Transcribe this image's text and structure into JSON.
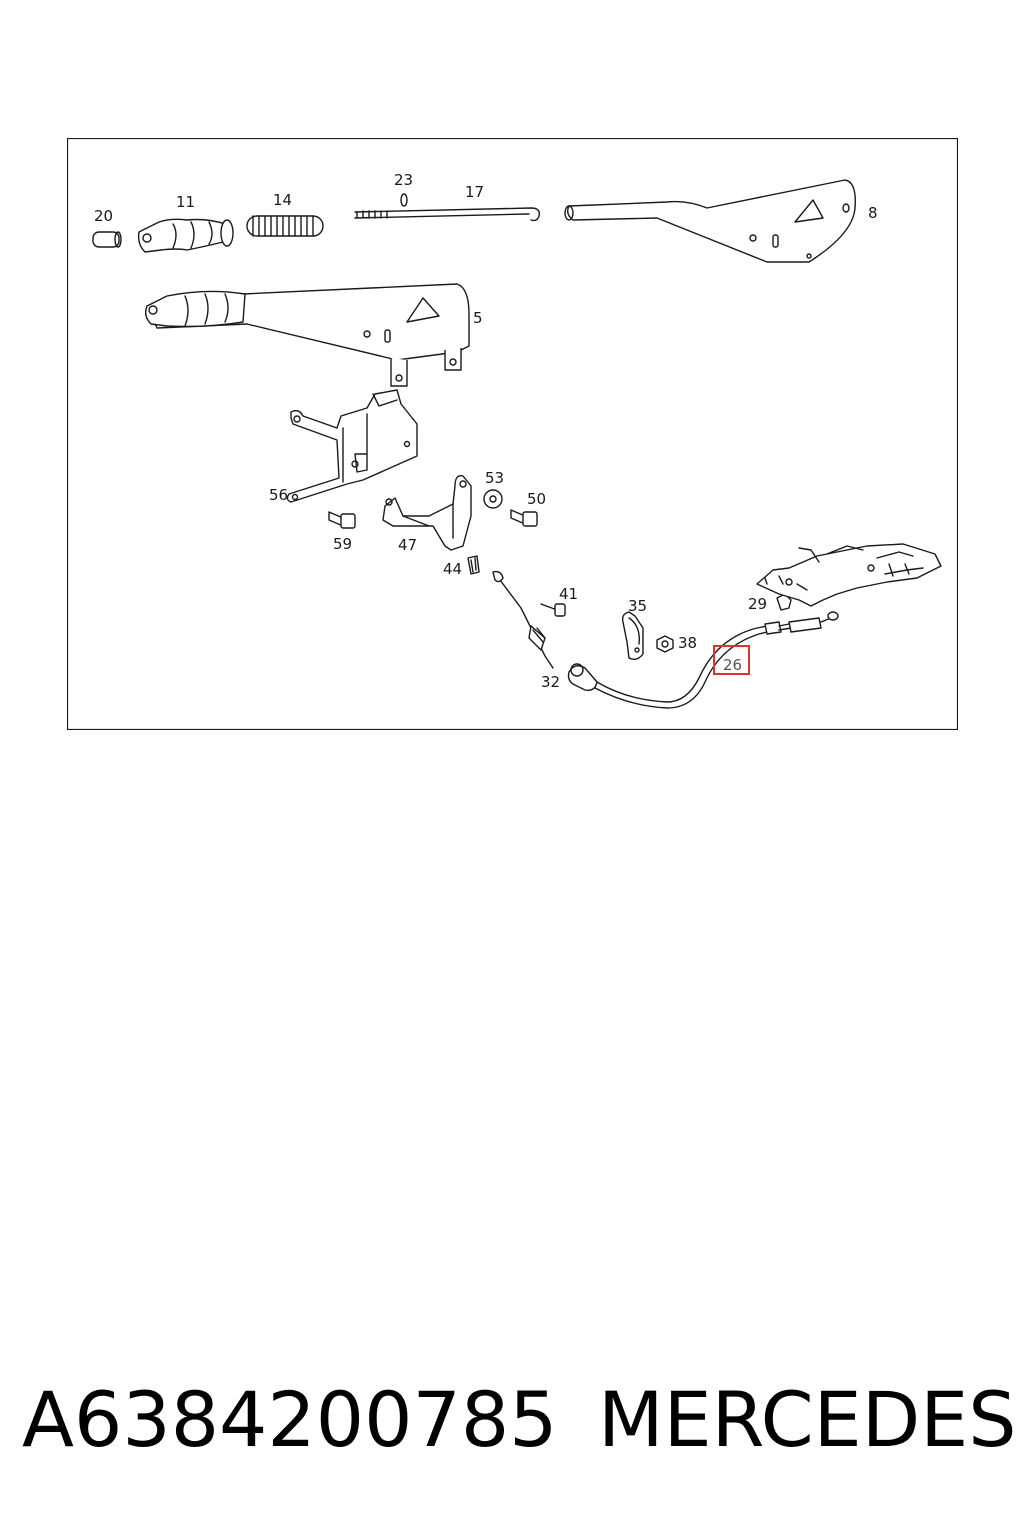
{
  "diagram": {
    "callouts": {
      "c20": "20",
      "c11": "11",
      "c14": "14",
      "c23": "23",
      "c17": "17",
      "c8": "8",
      "c5": "5",
      "c56": "56",
      "c59": "59",
      "c47": "47",
      "c53": "53",
      "c50": "50",
      "c44": "44",
      "c41": "41",
      "c35": "35",
      "c38": "38",
      "c29": "29",
      "c32": "32",
      "c26": "26"
    },
    "highlighted_callout": "26",
    "highlight_color": "#e03030"
  },
  "caption": {
    "part_number": "A6384200785",
    "brand": "MERCEDES"
  }
}
